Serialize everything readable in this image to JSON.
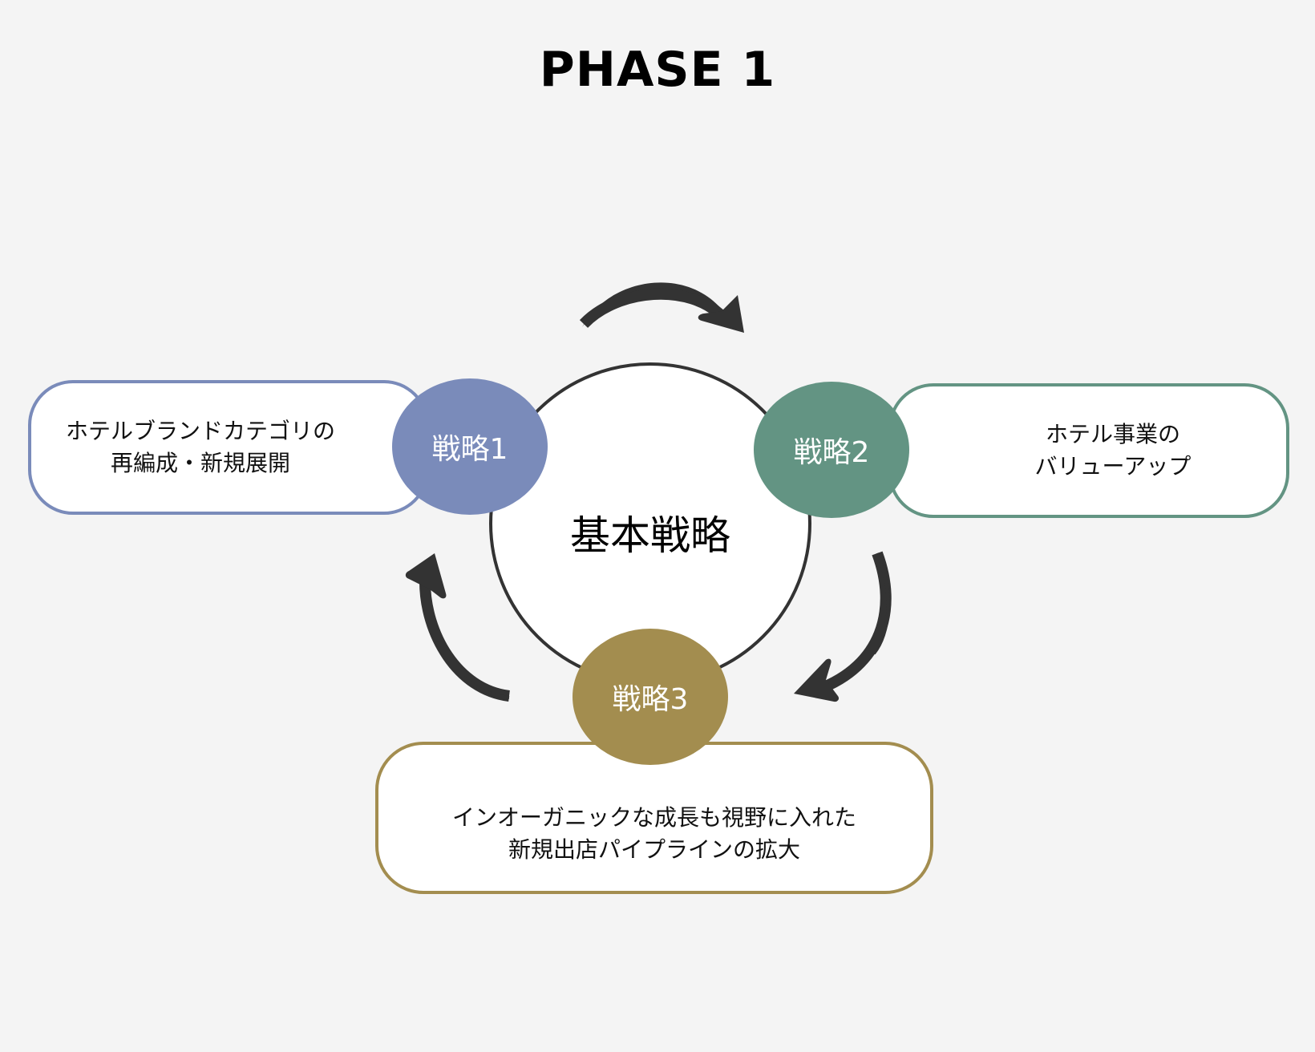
{
  "title": "PHASE 1",
  "center": {
    "label": "基本戦略"
  },
  "strategies": [
    {
      "badge": "戦略1",
      "text": "ホテルブランドカテゴリの\n再編成・新規展開",
      "color": "#7a8bba"
    },
    {
      "badge": "戦略2",
      "text": "ホテル事業の\nバリューアップ",
      "color": "#639483"
    },
    {
      "badge": "戦略3",
      "text": "インオーガニックな成長も視野に入れた\n新規出店パイプラインの拡大",
      "color": "#a38d4f"
    }
  ],
  "colors": {
    "background": "#f4f4f4",
    "arrow": "#333333",
    "outline": "#333333"
  }
}
